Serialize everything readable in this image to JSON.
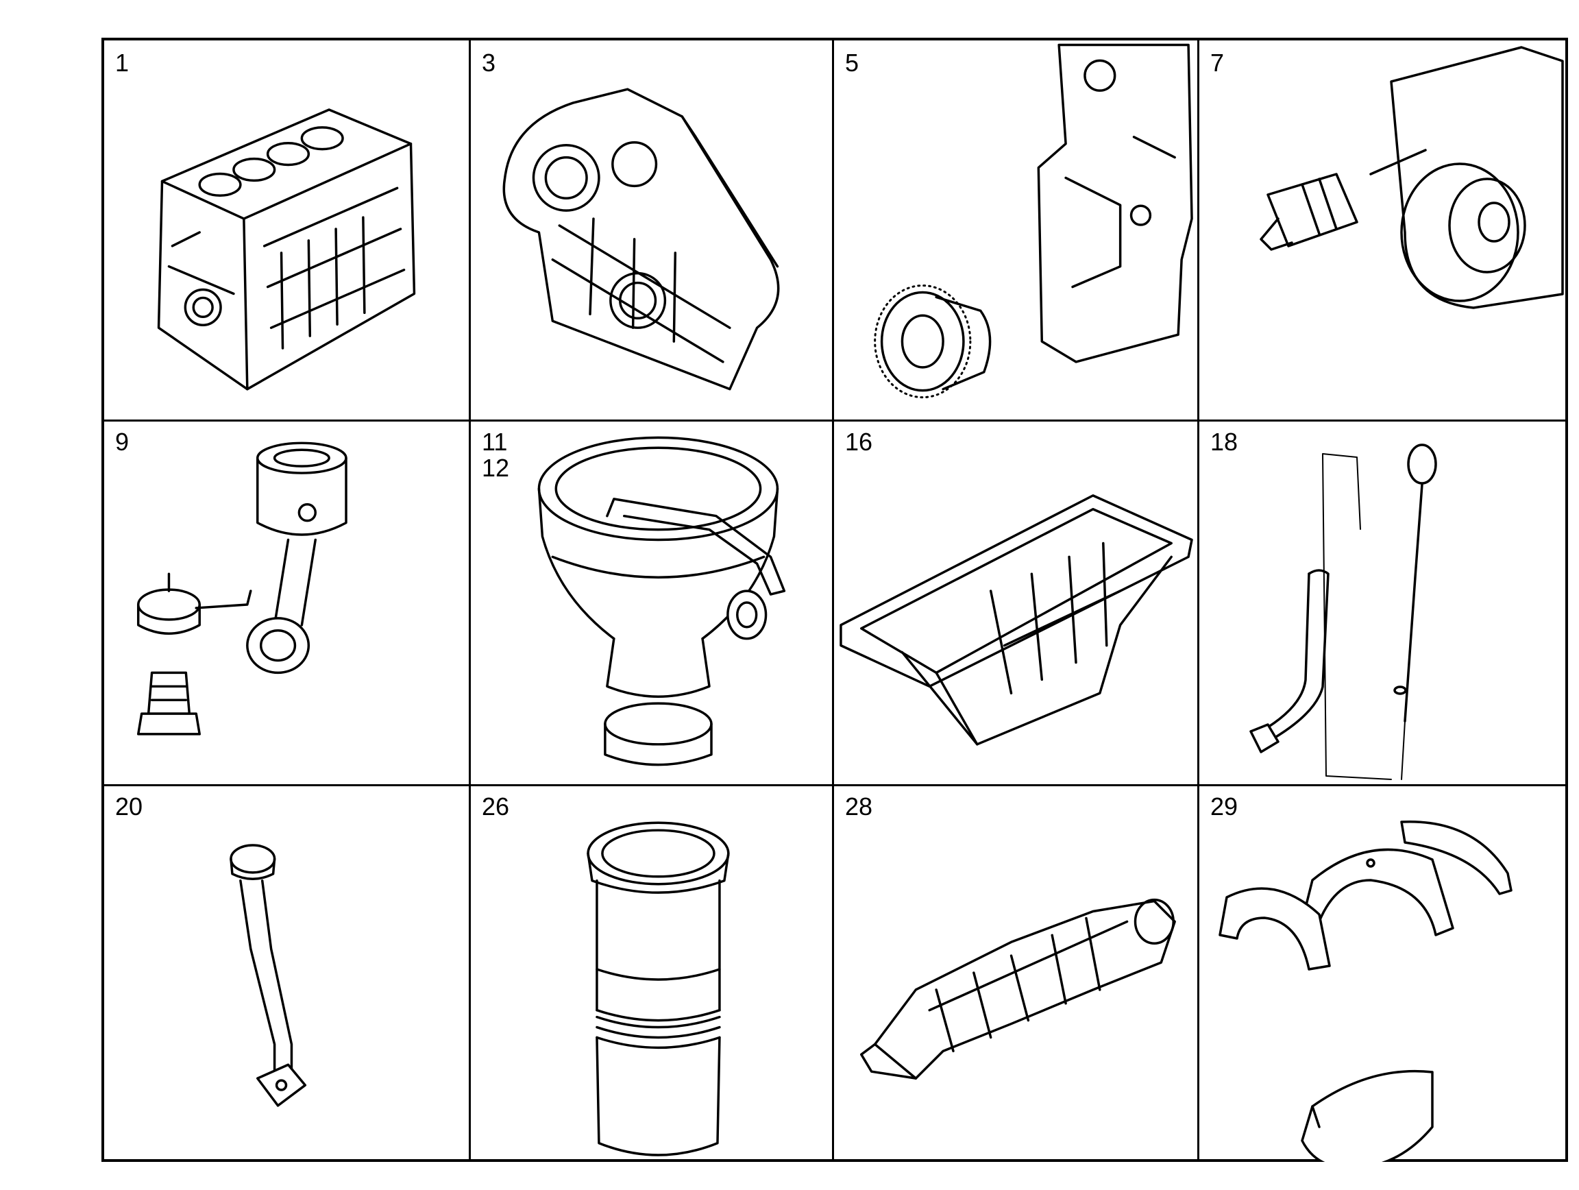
{
  "cells": [
    {
      "number": "1",
      "part_icon": "cylinder-block-drawing"
    },
    {
      "number": "3",
      "part_icon": "timing-gear-housing-drawing"
    },
    {
      "number": "5",
      "part_icon": "idler-gear-drawing"
    },
    {
      "number": "7",
      "part_icon": "oil-pressure-sensor-drawing"
    },
    {
      "number": "9",
      "part_icon": "piston-connecting-rod-drawing"
    },
    {
      "number": "11\n12",
      "part_icon": "oil-filter-housing-drawing"
    },
    {
      "number": "16",
      "part_icon": "oil-pan-drawing"
    },
    {
      "number": "18",
      "part_icon": "dipstick-tube-drawing"
    },
    {
      "number": "20",
      "part_icon": "oil-suction-pipe-drawing"
    },
    {
      "number": "26",
      "part_icon": "cylinder-liner-drawing"
    },
    {
      "number": "28",
      "part_icon": "crankshaft-drawing"
    },
    {
      "number": "29",
      "part_icon": "bearing-shells-drawing"
    }
  ]
}
